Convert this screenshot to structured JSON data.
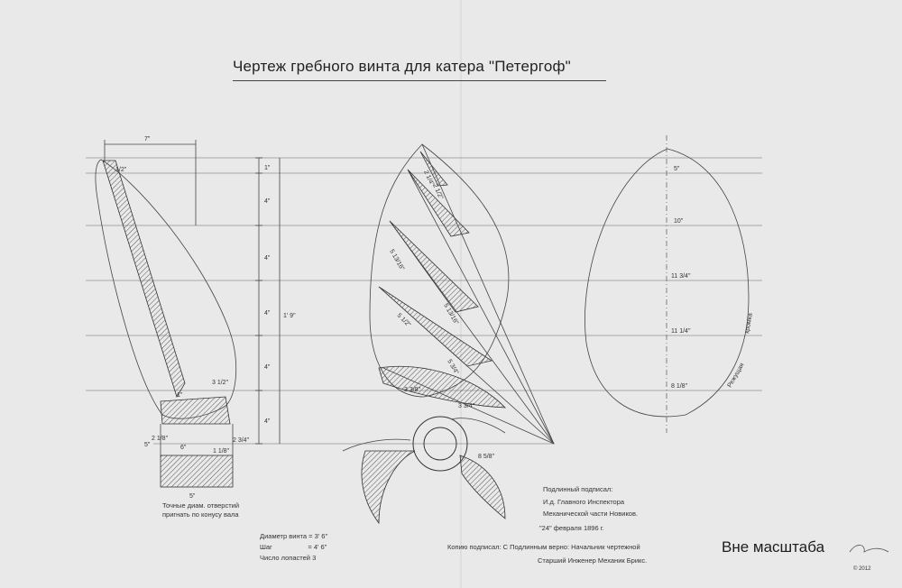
{
  "title": "Чертеж гребного винта для катера \"Петергоф\"",
  "scale_note": "Вне масштаба",
  "signature": "© 2012",
  "notes": {
    "hole_note": "Точные диам. отверстий\nпригнать по конусу вала",
    "diameter": "Диаметр винта = 3' 6\"",
    "pitch": "Шаг                   = 4' 6\"",
    "blades": "Число лопастей   3",
    "signed_by": "Подлинный подписал:",
    "acting": "И.д. Главного Инспектора",
    "mech": "Механической части  Новиков.",
    "date": "\"24\" февраля 1896 г.",
    "copy": "Копию подписал:  С Подлинным верно: Начальник чертежной",
    "engineer": "Старший Инженер Механик Брикс."
  },
  "dims": {
    "top_width": "7\"",
    "tip": "1/2\"",
    "v1": "1\"",
    "v2": "4\"",
    "v3": "4\"",
    "v4": "4\"",
    "v5": "4\"",
    "v6": "4\"",
    "total": "1' 9\"",
    "root_thick": "3 1/2\"",
    "root_small": "1\"",
    "hub_a": "5\"",
    "hub_b": "2 1/8\"",
    "hub_c": "6\"",
    "hub_d": "1 1/8\"",
    "hub_e": "2 3/4\"",
    "hub_w": "5\"",
    "s1": "2 1/4\"",
    "s2": "2 1/2\"",
    "s3": "5 13/16\"",
    "s4": "5 13/16\"",
    "s5": "5 1/2\"",
    "s6": "5 3/4\"",
    "s7": "3 3/8\"",
    "s8": "3 3/4\"",
    "s9": "8 5/8\"",
    "w1": "5\"",
    "w2": "10\"",
    "w3": "11 3/4\"",
    "w4": "11 1/4\"",
    "w5": "8 1/8\"",
    "edge1": "кромка",
    "edge2": "Режущая"
  }
}
